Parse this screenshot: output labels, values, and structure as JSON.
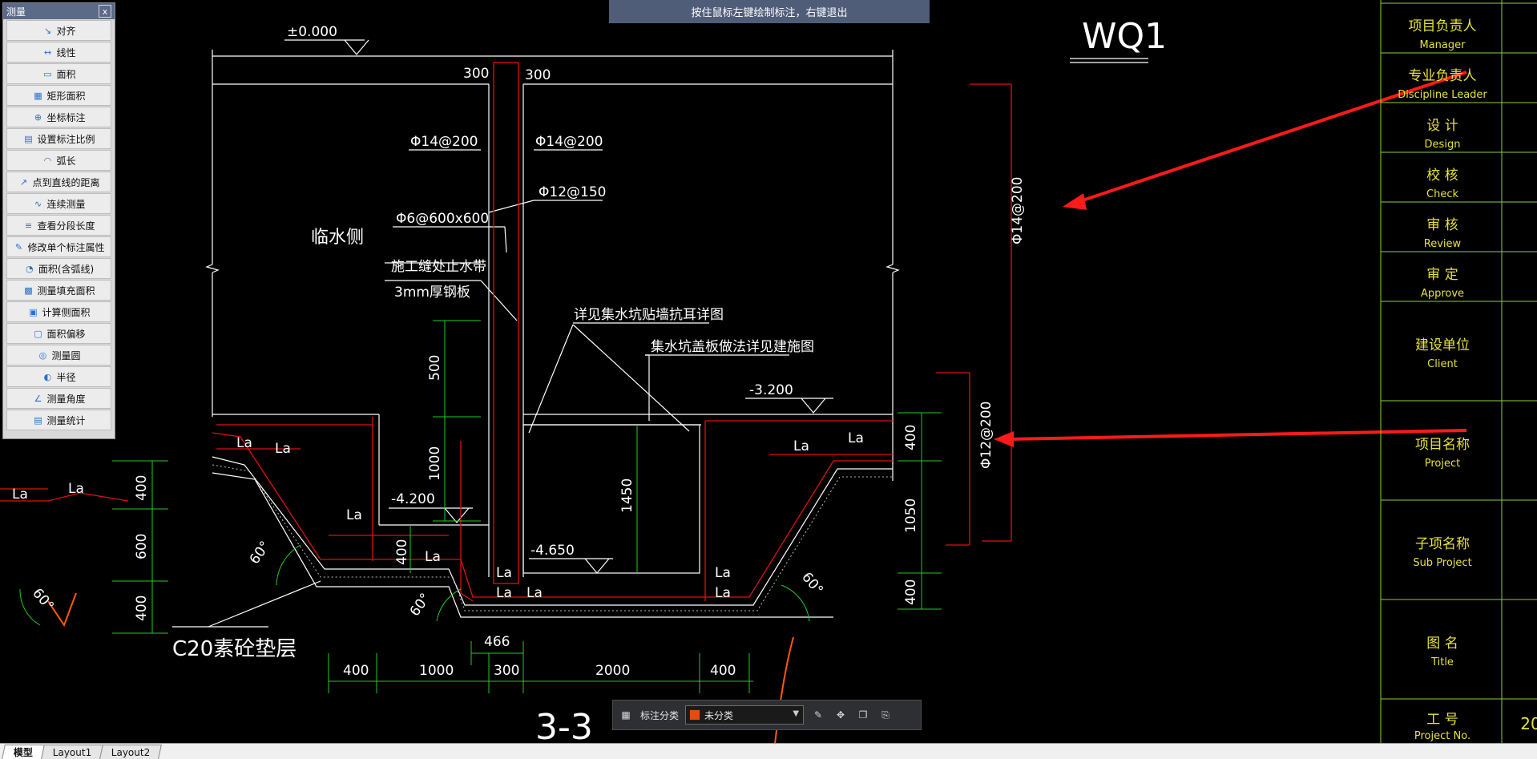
{
  "banner": "按住鼠标左键绘制标注，右键退出",
  "palette": {
    "title": "测量",
    "close": "x",
    "items": [
      {
        "label": "对齐",
        "icon": "align-dim-icon"
      },
      {
        "label": "线性",
        "icon": "linear-dim-icon"
      },
      {
        "label": "面积",
        "icon": "area-icon"
      },
      {
        "label": "矩形面积",
        "icon": "rect-area-icon"
      },
      {
        "label": "坐标标注",
        "icon": "coordinate-icon"
      },
      {
        "label": "设置标注比例",
        "icon": "scale-icon"
      },
      {
        "label": "弧长",
        "icon": "arc-length-icon"
      },
      {
        "label": "点到直线的距离",
        "icon": "point-line-icon"
      },
      {
        "label": "连续测量",
        "icon": "continuous-icon"
      },
      {
        "label": "查看分段长度",
        "icon": "segment-icon"
      },
      {
        "label": "修改单个标注属性",
        "icon": "edit-dim-icon"
      },
      {
        "label": "面积(含弧线)",
        "icon": "arc-area-icon"
      },
      {
        "label": "测量填充面积",
        "icon": "hatch-area-icon"
      },
      {
        "label": "计算侧面积",
        "icon": "side-area-icon"
      },
      {
        "label": "面积偏移",
        "icon": "area-offset-icon"
      },
      {
        "label": "测量圆",
        "icon": "circle-icon"
      },
      {
        "label": "半径",
        "icon": "radius-icon"
      },
      {
        "label": "测量角度",
        "icon": "angle-icon"
      },
      {
        "label": "测量统计",
        "icon": "stats-icon"
      }
    ]
  },
  "toolbar": {
    "label": "标注分类",
    "selected": "未分类",
    "swatch_color": "#e34b12"
  },
  "tabs": [
    "模型",
    "Layout1",
    "Layout2"
  ],
  "drawing": {
    "title": "WQ1",
    "section": "3-3",
    "zero_level": "±0.000",
    "level_3200": "-3.200",
    "level_4200": "-4.200",
    "level_4650": "-4.650",
    "rebar_left": "Φ14@200",
    "rebar_right": "Φ14@200",
    "rebar_150": "Φ12@150",
    "rebar_600": "Φ6@600x600",
    "waterstop": "施工缝处止水带",
    "steel_plate": "3mm厚钢板",
    "water_side": "临水侧",
    "pit_note1": "详见集水坑贴墙抗耳详图",
    "pit_note2": "集水坑盖板做法详见建施图",
    "cushion": "C20素砼垫层",
    "side_rebar_top": "Φ14@200",
    "side_rebar_bot": "Φ12@200",
    "la": "La",
    "angle": "60°",
    "dims_top": [
      "300",
      "300"
    ],
    "dim_500": "500",
    "dim_1000": "1000",
    "dim_1450": "1450",
    "dim_466": "466",
    "dims_bottom": [
      "400",
      "1000",
      "300",
      "2000",
      "400"
    ],
    "dims_left": [
      "400",
      "600",
      "400"
    ],
    "dims_right": [
      "400",
      "1050",
      "400"
    ],
    "dim_la400": "400",
    "titleblock": [
      {
        "zh": "项目负责人",
        "en": "Manager"
      },
      {
        "zh": "专业负责人",
        "en": "Discipline Leader"
      },
      {
        "zh": "设    计",
        "en": "Design"
      },
      {
        "zh": "校    核",
        "en": "Check"
      },
      {
        "zh": "审    核",
        "en": "Review"
      },
      {
        "zh": "审    定",
        "en": "Approve"
      },
      {
        "zh": "建设单位",
        "en": "Client"
      },
      {
        "zh": "项目名称",
        "en": "Project"
      },
      {
        "zh": "子项名称",
        "en": "Sub Project"
      },
      {
        "zh": "图    名",
        "en": "Title"
      },
      {
        "zh": "工    号",
        "en": "Project No."
      }
    ],
    "titleblock_edge": "20"
  }
}
